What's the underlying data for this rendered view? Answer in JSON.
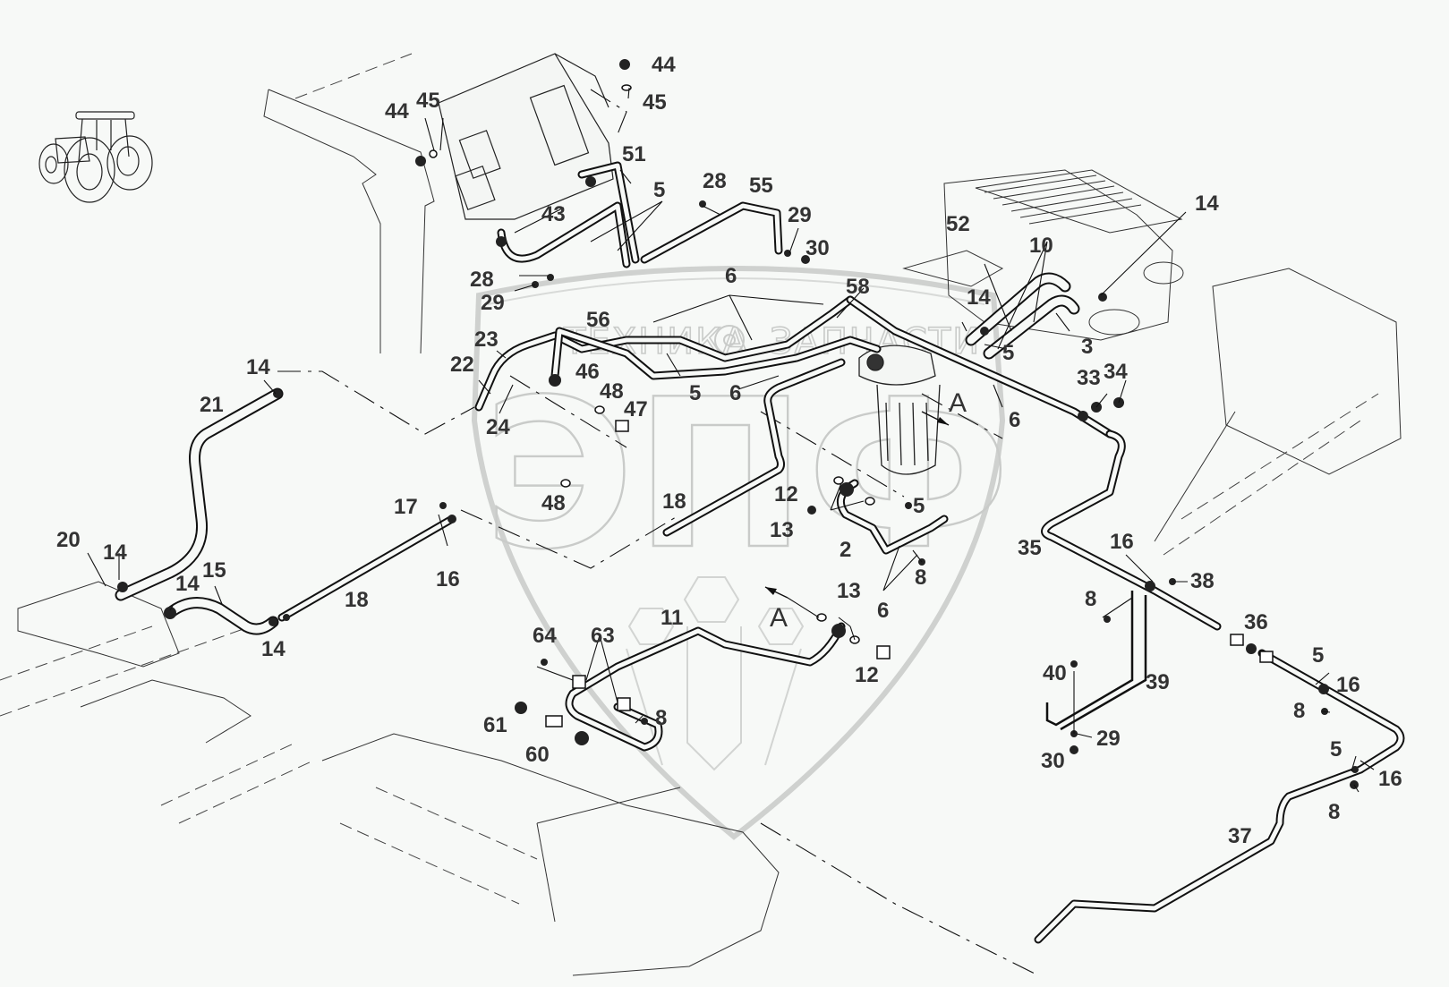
{
  "diagram": {
    "type": "exploded-parts-diagram",
    "subject": "Tractor fuel line assembly",
    "thumbnail_icon": "tractor-icon",
    "watermark": {
      "logo_text": "ЭПФ",
      "banner_text": "ТЕХНИКА",
      "banner_text_2": "ЗАПЧАСТИ",
      "separator_icon": "gear-icon"
    },
    "view_marker": "A",
    "view_marker_2": "A",
    "callouts": [
      {
        "id": "c44a",
        "label": "44"
      },
      {
        "id": "c45a",
        "label": "45"
      },
      {
        "id": "c44b",
        "label": "44"
      },
      {
        "id": "c45b",
        "label": "45"
      },
      {
        "id": "c51",
        "label": "51"
      },
      {
        "id": "c43",
        "label": "43"
      },
      {
        "id": "c5a",
        "label": "5"
      },
      {
        "id": "c28a",
        "label": "28"
      },
      {
        "id": "c55",
        "label": "55"
      },
      {
        "id": "c29a",
        "label": "29"
      },
      {
        "id": "c30a",
        "label": "30"
      },
      {
        "id": "c28b",
        "label": "28"
      },
      {
        "id": "c29b",
        "label": "29"
      },
      {
        "id": "c6a",
        "label": "6"
      },
      {
        "id": "c58",
        "label": "58"
      },
      {
        "id": "c56",
        "label": "56"
      },
      {
        "id": "c23",
        "label": "23"
      },
      {
        "id": "c22",
        "label": "22"
      },
      {
        "id": "c24",
        "label": "24"
      },
      {
        "id": "c46",
        "label": "46"
      },
      {
        "id": "c48a",
        "label": "48"
      },
      {
        "id": "c47",
        "label": "47"
      },
      {
        "id": "c48b",
        "label": "48"
      },
      {
        "id": "c5b",
        "label": "5"
      },
      {
        "id": "c6b",
        "label": "6"
      },
      {
        "id": "c18a",
        "label": "18"
      },
      {
        "id": "c12a",
        "label": "12"
      },
      {
        "id": "c13a",
        "label": "13"
      },
      {
        "id": "c5c",
        "label": "5"
      },
      {
        "id": "c2",
        "label": "2"
      },
      {
        "id": "c8a",
        "label": "8"
      },
      {
        "id": "c6c",
        "label": "6"
      },
      {
        "id": "c13b",
        "label": "13"
      },
      {
        "id": "c12b",
        "label": "12"
      },
      {
        "id": "c11",
        "label": "11"
      },
      {
        "id": "c64",
        "label": "64"
      },
      {
        "id": "c63",
        "label": "63"
      },
      {
        "id": "c8b",
        "label": "8"
      },
      {
        "id": "c61",
        "label": "61"
      },
      {
        "id": "c60",
        "label": "60"
      },
      {
        "id": "c14a",
        "label": "14"
      },
      {
        "id": "c21",
        "label": "21"
      },
      {
        "id": "c20",
        "label": "20"
      },
      {
        "id": "c14b",
        "label": "14"
      },
      {
        "id": "c14c",
        "label": "14"
      },
      {
        "id": "c15",
        "label": "15"
      },
      {
        "id": "c14d",
        "label": "14"
      },
      {
        "id": "c17",
        "label": "17"
      },
      {
        "id": "c16a",
        "label": "16"
      },
      {
        "id": "c18b",
        "label": "18"
      },
      {
        "id": "c52",
        "label": "52"
      },
      {
        "id": "c14e",
        "label": "14"
      },
      {
        "id": "c10",
        "label": "10"
      },
      {
        "id": "c14f",
        "label": "14"
      },
      {
        "id": "c3",
        "label": "3"
      },
      {
        "id": "c5d",
        "label": "5"
      },
      {
        "id": "c6d",
        "label": "6"
      },
      {
        "id": "c33",
        "label": "33"
      },
      {
        "id": "c34",
        "label": "34"
      },
      {
        "id": "c35",
        "label": "35"
      },
      {
        "id": "c16b",
        "label": "16"
      },
      {
        "id": "c38",
        "label": "38"
      },
      {
        "id": "c8c",
        "label": "8"
      },
      {
        "id": "c36",
        "label": "36"
      },
      {
        "id": "c40",
        "label": "40"
      },
      {
        "id": "c39",
        "label": "39"
      },
      {
        "id": "c29c",
        "label": "29"
      },
      {
        "id": "c30b",
        "label": "30"
      },
      {
        "id": "c5e",
        "label": "5"
      },
      {
        "id": "c16c",
        "label": "16"
      },
      {
        "id": "c8d",
        "label": "8"
      },
      {
        "id": "c5f",
        "label": "5"
      },
      {
        "id": "c16d",
        "label": "16"
      },
      {
        "id": "c8e",
        "label": "8"
      },
      {
        "id": "c37",
        "label": "37"
      }
    ]
  }
}
